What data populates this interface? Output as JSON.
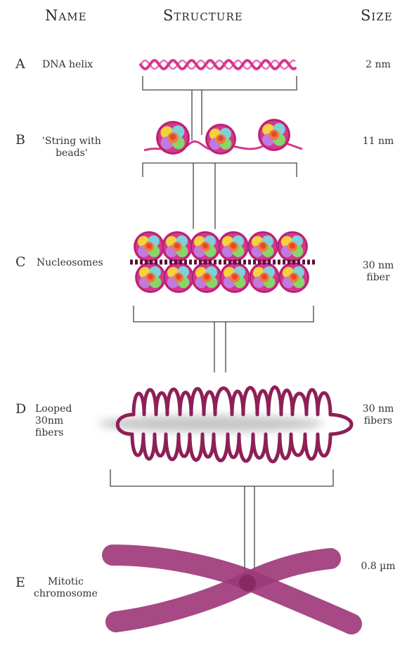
{
  "headers": {
    "name": "Name",
    "structure": "Structure",
    "size": "Size"
  },
  "rows": [
    {
      "letter": "A",
      "name": [
        "DNA helix"
      ],
      "size": [
        "2 nm"
      ]
    },
    {
      "letter": "B",
      "name": [
        "'String with",
        "beads'"
      ],
      "size": [
        "11 nm"
      ]
    },
    {
      "letter": "C",
      "name": [
        "Nucleosomes"
      ],
      "size": [
        "30 nm",
        "fiber"
      ]
    },
    {
      "letter": "D",
      "name": [
        "Looped",
        "30nm",
        "fibers"
      ],
      "size": [
        "30 nm",
        "fibers"
      ]
    },
    {
      "letter": "E",
      "name": [
        "Mitotic",
        "chromosome"
      ],
      "size": [
        "0.8 µm"
      ]
    }
  ],
  "colors": {
    "dna": "#d6368f",
    "fiber": "#8e1f57",
    "chromosome": "#9e3a7a",
    "bracket": "#444444",
    "bead_fill": [
      "#f4d23a",
      "#7fd0d8",
      "#c07be0",
      "#86d66a",
      "#f07a3c"
    ]
  }
}
